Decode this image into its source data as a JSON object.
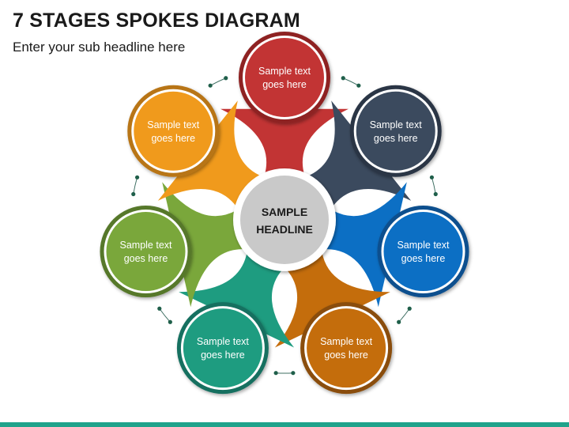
{
  "slide": {
    "title": "7 STAGES SPOKES DIAGRAM",
    "subtitle": "Enter your sub headline here"
  },
  "diagram": {
    "center": {
      "line1": "SAMPLE",
      "line2": "HEADLINE",
      "color": "#c9c9c9"
    },
    "stages": [
      {
        "id": "red",
        "line1": "Sample text",
        "line2": "goes here",
        "color": "#c23434",
        "ring": "#8e2424"
      },
      {
        "id": "navy",
        "line1": "Sample text",
        "line2": "goes here",
        "color": "#3b4a5e",
        "ring": "#2a3545"
      },
      {
        "id": "blue",
        "line1": "Sample text",
        "line2": "goes here",
        "color": "#0c6fc4",
        "ring": "#0a4f8e"
      },
      {
        "id": "brown",
        "line1": "Sample text",
        "line2": "goes here",
        "color": "#c46d0c",
        "ring": "#8a4d08"
      },
      {
        "id": "teal",
        "line1": "Sample text",
        "line2": "goes here",
        "color": "#1e9c80",
        "ring": "#157060"
      },
      {
        "id": "green",
        "line1": "Sample text",
        "line2": "goes here",
        "color": "#7aa73b",
        "ring": "#57782a"
      },
      {
        "id": "orange",
        "line1": "Sample text",
        "line2": "goes here",
        "color": "#f09a1c",
        "ring": "#b87414"
      }
    ]
  },
  "theme": {
    "accent_bar": "#1fa38b",
    "connector": "#3f6f63",
    "dot": "#1f5f4a"
  }
}
